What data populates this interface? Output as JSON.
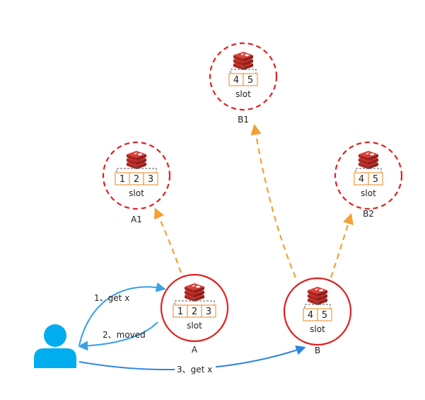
{
  "colors": {
    "node_border": "#e02020",
    "redis_red": "#c8302a",
    "slot_border": "#f0a050",
    "migrate_arrow": "#f5a030",
    "request_arrow": "#3aa0e8",
    "user": "#00aeef",
    "dashed_bracket": "#555555"
  },
  "nodes": {
    "a": {
      "label": "A",
      "slot_title": "slot",
      "slots": [
        "1",
        "2",
        "3"
      ],
      "icon": "redis-icon"
    },
    "b": {
      "label": "B",
      "slot_title": "slot",
      "slots": [
        "4",
        "5"
      ],
      "icon": "redis-icon"
    },
    "a1": {
      "label": "A1",
      "slot_title": "slot",
      "slots": [
        "1",
        "2",
        "3"
      ],
      "icon": "redis-icon"
    },
    "b1": {
      "label": "B1",
      "slot_title": "slot",
      "slots": [
        "4",
        "5"
      ],
      "icon": "redis-icon"
    },
    "b2": {
      "label": "B2",
      "slot_title": "slot",
      "slots": [
        "4",
        "5"
      ],
      "icon": "redis-icon"
    }
  },
  "client": {
    "icon": "user-icon"
  },
  "steps": {
    "step1": "1、get x",
    "step2": "2、moved",
    "step3": "3、get x"
  }
}
